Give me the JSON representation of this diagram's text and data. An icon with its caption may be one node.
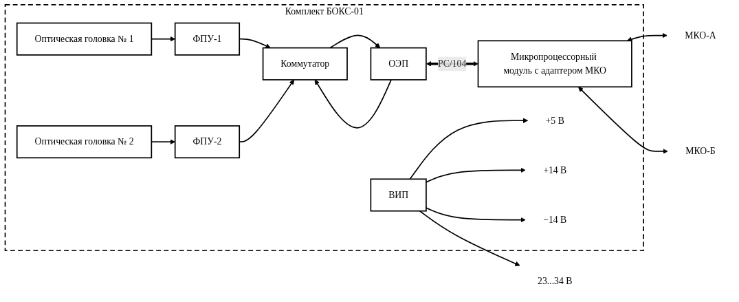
{
  "diagram": {
    "nodes": [
      {
        "text": [
          "Комплект БОКС-01"
        ]
      },
      {
        "text": [
          "Оптическая головка № 1"
        ],
        "in": 0
      },
      {
        "text": [
          "ФПУ-1"
        ],
        "in": 0
      },
      {
        "text": [
          "Коммутатор"
        ],
        "in": 0
      },
      {
        "text": [
          "ФПУ-2"
        ],
        "in": 0
      },
      {
        "text": [
          "Оптическая головка № 2"
        ],
        "in": 0
      },
      {
        "text": [
          "ВИП"
        ],
        "in": 0
      },
      {
        "text": [
          "ОЭП"
        ],
        "in": 0
      },
      {
        "text": [
          "Микропроцессорный модуль с адаптером МКО"
        ],
        "in": 0
      },
      {
        "text": [
          "+5 В"
        ],
        "in": 0
      },
      {
        "text": [
          "+14 В"
        ],
        "in": 0
      },
      {
        "text": [
          "−14 В"
        ],
        "in": 0
      },
      {
        "text": [
          "23...34 В"
        ]
      },
      {
        "text": [
          "МКО-А"
        ]
      },
      {
        "text": [
          "МКО-Б"
        ]
      }
    ],
    "edges": [
      {
        "from": 1,
        "to": 2,
        "arrow": "to"
      },
      {
        "from": 2,
        "to": 3,
        "arrow": "to"
      },
      {
        "from": 5,
        "to": 4,
        "arrow": "to"
      },
      {
        "from": 4,
        "to": 3,
        "arrow": "to"
      },
      {
        "from": 3,
        "to": 7,
        "arrow": "to"
      },
      {
        "from": 7,
        "to": 3,
        "arrow": "to"
      },
      {
        "from": 7,
        "to": 8,
        "arrow": "both",
        "label": "PC/104",
        "style": "thick"
      },
      {
        "from": 6,
        "to": 9,
        "arrow": "to"
      },
      {
        "from": 6,
        "to": 10,
        "arrow": "to"
      },
      {
        "from": 6,
        "to": 11,
        "arrow": "to"
      },
      {
        "from": 6,
        "to": 12,
        "arrow": "to"
      },
      {
        "from": 8,
        "to": 13,
        "arrow": "both"
      },
      {
        "from": 8,
        "to": 14,
        "arrow": "both"
      }
    ]
  }
}
